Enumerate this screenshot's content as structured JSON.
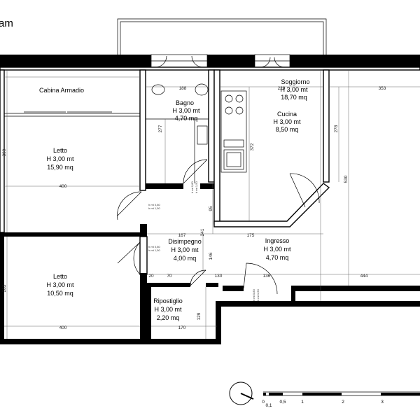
{
  "header": {
    "corner_text": "am"
  },
  "rooms": {
    "cabina": {
      "name": "Cabina Armadio"
    },
    "bagno": {
      "name": "Bagno",
      "height": "H 3,00 mt",
      "area": "4,70 mq"
    },
    "soggiorno": {
      "name": "Soggiorno",
      "height": "H 3,00 mt",
      "area": "18,70 mq"
    },
    "cucina": {
      "name": "Cucina",
      "height": "H 3,00 mt",
      "area": "8,50 mq"
    },
    "letto1": {
      "name": "Letto",
      "height": "H 3,00 mt",
      "area": "15,90 mq"
    },
    "letto2": {
      "name": "Letto",
      "height": "H 3,00 mt",
      "area": "10,50 mq"
    },
    "disimpegno": {
      "name": "Disimpegno",
      "height": "H 3,00 mt",
      "area": "4,00 mq"
    },
    "ingresso": {
      "name": "Ingresso",
      "height": "H 3,00 mt",
      "area": "4,70 mq"
    },
    "ripostiglio": {
      "name": "Ripostiglio",
      "height": "H 3,00 mt",
      "area": "2,20 mq"
    }
  },
  "dimensions": {
    "d188": "188",
    "d220": "220",
    "d353": "353",
    "d277": "277",
    "d372": "372",
    "d278": "278",
    "d530": "530",
    "d399": "399",
    "d400a": "400",
    "d167": "167",
    "d175": "175",
    "d241": "241",
    "d95": "95",
    "d146": "146",
    "d283": "283",
    "d20": "20",
    "d70": "70",
    "d130": "130",
    "d136": "136",
    "d444": "444",
    "d400b": "400",
    "d170": "170",
    "d129": "129"
  },
  "window_notes": {
    "n1": "h mt 0,80",
    "n2": "h mt 1,50",
    "n3": "h mt 0,80",
    "n4": "h mt 1,50",
    "n5": "h mt 0,80",
    "n6": "h mt 1,50",
    "n7": "h mt 0,80",
    "n8": "h mt 1,50"
  },
  "scale_bar": {
    "labels": [
      "0",
      "0,1",
      "0,5",
      "1",
      "2",
      "3"
    ]
  }
}
